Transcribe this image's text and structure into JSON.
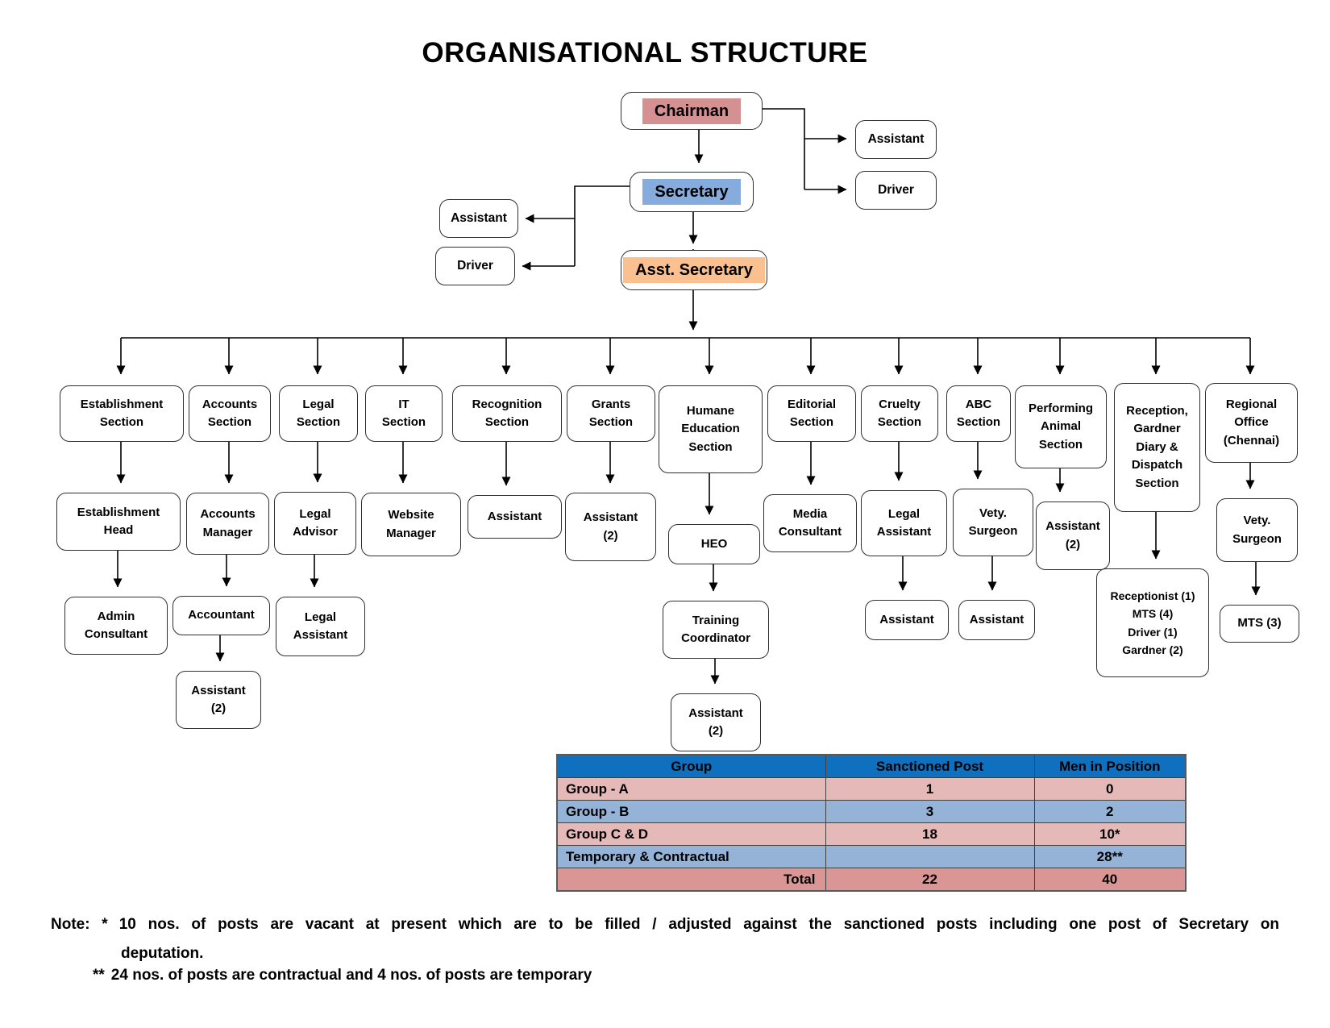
{
  "title": "ORGANISATIONAL STRUCTURE",
  "colors": {
    "chairman_fill": "#D59092",
    "secretary_fill": "#85ACDC",
    "asst_secretary_fill": "#FAC08F",
    "table_header": "#0E70BE",
    "row_pink": "#E5B9B7",
    "row_blue": "#95B3D7",
    "row_total": "#D99694"
  },
  "nodes": {
    "chairman": {
      "label": "Chairman"
    },
    "assistant_top_right": {
      "label": "Assistant"
    },
    "driver_top_right": {
      "label": "Driver"
    },
    "secretary": {
      "label": "Secretary"
    },
    "assistant_left": {
      "label": "Assistant"
    },
    "driver_left": {
      "label": "Driver"
    },
    "asst_secretary": {
      "label": "Asst. Secretary"
    },
    "establishment_section": {
      "label": "Establishment\nSection"
    },
    "accounts_section": {
      "label": "Accounts\nSection"
    },
    "legal_section": {
      "label": "Legal\nSection"
    },
    "it_section": {
      "label": "IT\nSection"
    },
    "recognition_section": {
      "label": "Recognition\nSection"
    },
    "grants_section": {
      "label": "Grants\nSection"
    },
    "humane_education_section": {
      "label": "Humane\nEducation\nSection"
    },
    "editorial_section": {
      "label": "Editorial\nSection"
    },
    "cruelty_section": {
      "label": "Cruelty\nSection"
    },
    "abc_section": {
      "label": "ABC\nSection"
    },
    "performing_animal_section": {
      "label": "Performing\nAnimal\nSection"
    },
    "reception_section": {
      "label": "Reception,\nGardner\nDiary &\nDispatch\nSection"
    },
    "regional_office": {
      "label": "Regional\nOffice\n(Chennai)"
    },
    "establishment_head": {
      "label": "Establishment\nHead"
    },
    "accounts_manager": {
      "label": "Accounts\nManager"
    },
    "legal_advisor": {
      "label": "Legal\nAdvisor"
    },
    "website_manager": {
      "label": "Website\nManager"
    },
    "assistant_recognition": {
      "label": "Assistant"
    },
    "assistant_grants": {
      "label": "Assistant\n(2)"
    },
    "heo": {
      "label": "HEO"
    },
    "media_consultant": {
      "label": "Media\nConsultant"
    },
    "legal_assistant_cruelty": {
      "label": "Legal\nAssistant"
    },
    "vety_surgeon_abc": {
      "label": "Vety.\nSurgeon"
    },
    "assistant_performing": {
      "label": "Assistant\n(2)"
    },
    "reception_staff": {
      "label": "Receptionist (1)\nMTS (4)\nDriver (1)\nGardner (2)"
    },
    "vety_surgeon_regional": {
      "label": "Vety.\nSurgeon"
    },
    "admin_consultant": {
      "label": "Admin\nConsultant"
    },
    "accountant": {
      "label": "Accountant"
    },
    "legal_assistant": {
      "label": "Legal\nAssistant"
    },
    "training_coordinator": {
      "label": "Training\nCoordinator"
    },
    "assistant_cruelty": {
      "label": "Assistant"
    },
    "assistant_abc": {
      "label": "Assistant"
    },
    "mts_3": {
      "label": "MTS (3)"
    },
    "assistant_accounts": {
      "label": "Assistant\n(2)"
    },
    "assistant_humane": {
      "label": "Assistant\n(2)"
    }
  },
  "table": {
    "headers": [
      "Group",
      "Sanctioned Post",
      "Men in Position"
    ],
    "rows": [
      {
        "group": "Group - A",
        "sanctioned": "1",
        "in_position": "0"
      },
      {
        "group": "Group - B",
        "sanctioned": "3",
        "in_position": "2"
      },
      {
        "group": "Group C & D",
        "sanctioned": "18",
        "in_position": "10*"
      },
      {
        "group": "Temporary & Contractual",
        "sanctioned": "",
        "in_position": "28**"
      },
      {
        "group": "Total",
        "sanctioned": "22",
        "in_position": "40"
      }
    ]
  },
  "notes": {
    "prefix": "Note: *",
    "line1": "10 nos. of posts are vacant at present which are to be filled / adjusted against the sanctioned posts including one post of Secretary on",
    "line2": "deputation.",
    "line3_prefix": "**",
    "line3": "24 nos. of posts are contractual and 4 nos. of posts are temporary"
  }
}
